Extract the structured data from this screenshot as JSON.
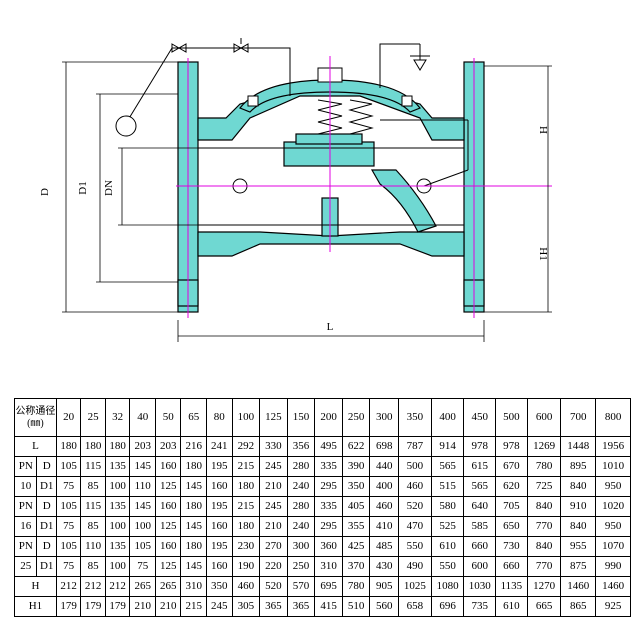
{
  "drawing": {
    "dimension_labels": {
      "D": "D",
      "D1": "D1",
      "DN": "DN",
      "H": "H",
      "H1": "H1",
      "L": "L"
    },
    "colors": {
      "body": "#6fd8d2",
      "centerline": "#e000e0",
      "outline": "#000000"
    }
  },
  "table": {
    "corner_line1": "公称通径",
    "corner_line2": "(㎜)",
    "sizes": [
      "20",
      "25",
      "32",
      "40",
      "50",
      "65",
      "80",
      "100",
      "125",
      "150",
      "200",
      "250",
      "300",
      "350",
      "400",
      "450",
      "500",
      "600",
      "700",
      "800"
    ],
    "rows": [
      {
        "group": "L",
        "sub": "",
        "values": [
          "180",
          "180",
          "180",
          "203",
          "203",
          "216",
          "241",
          "292",
          "330",
          "356",
          "495",
          "622",
          "698",
          "787",
          "914",
          "978",
          "978",
          "1269",
          "1448",
          "1956"
        ]
      },
      {
        "group": "PN",
        "sub": "D",
        "values": [
          "105",
          "115",
          "135",
          "145",
          "160",
          "180",
          "195",
          "215",
          "245",
          "280",
          "335",
          "390",
          "440",
          "500",
          "565",
          "615",
          "670",
          "780",
          "895",
          "1010"
        ]
      },
      {
        "group": "10",
        "sub": "D1",
        "values": [
          "75",
          "85",
          "100",
          "110",
          "125",
          "145",
          "160",
          "180",
          "210",
          "240",
          "295",
          "350",
          "400",
          "460",
          "515",
          "565",
          "620",
          "725",
          "840",
          "950"
        ]
      },
      {
        "group": "PN",
        "sub": "D",
        "values": [
          "105",
          "115",
          "135",
          "145",
          "160",
          "180",
          "195",
          "215",
          "245",
          "280",
          "335",
          "405",
          "460",
          "520",
          "580",
          "640",
          "705",
          "840",
          "910",
          "1020"
        ]
      },
      {
        "group": "16",
        "sub": "D1",
        "values": [
          "75",
          "85",
          "100",
          "100",
          "125",
          "145",
          "160",
          "180",
          "210",
          "240",
          "295",
          "355",
          "410",
          "470",
          "525",
          "585",
          "650",
          "770",
          "840",
          "950"
        ]
      },
      {
        "group": "PN",
        "sub": "D",
        "values": [
          "105",
          "110",
          "135",
          "105",
          "160",
          "180",
          "195",
          "230",
          "270",
          "300",
          "360",
          "425",
          "485",
          "550",
          "610",
          "660",
          "730",
          "840",
          "955",
          "1070"
        ]
      },
      {
        "group": "25",
        "sub": "D1",
        "values": [
          "75",
          "85",
          "100",
          "75",
          "125",
          "145",
          "160",
          "190",
          "220",
          "250",
          "310",
          "370",
          "430",
          "490",
          "550",
          "600",
          "660",
          "770",
          "875",
          "990"
        ]
      },
      {
        "group": "H",
        "sub": "",
        "values": [
          "212",
          "212",
          "212",
          "265",
          "265",
          "310",
          "350",
          "460",
          "520",
          "570",
          "695",
          "780",
          "905",
          "1025",
          "1080",
          "1030",
          "1135",
          "1270",
          "1460",
          "1460"
        ]
      },
      {
        "group": "H1",
        "sub": "",
        "values": [
          "179",
          "179",
          "179",
          "210",
          "210",
          "215",
          "245",
          "305",
          "365",
          "365",
          "415",
          "510",
          "560",
          "658",
          "696",
          "735",
          "610",
          "665",
          "865",
          "925"
        ]
      }
    ]
  }
}
